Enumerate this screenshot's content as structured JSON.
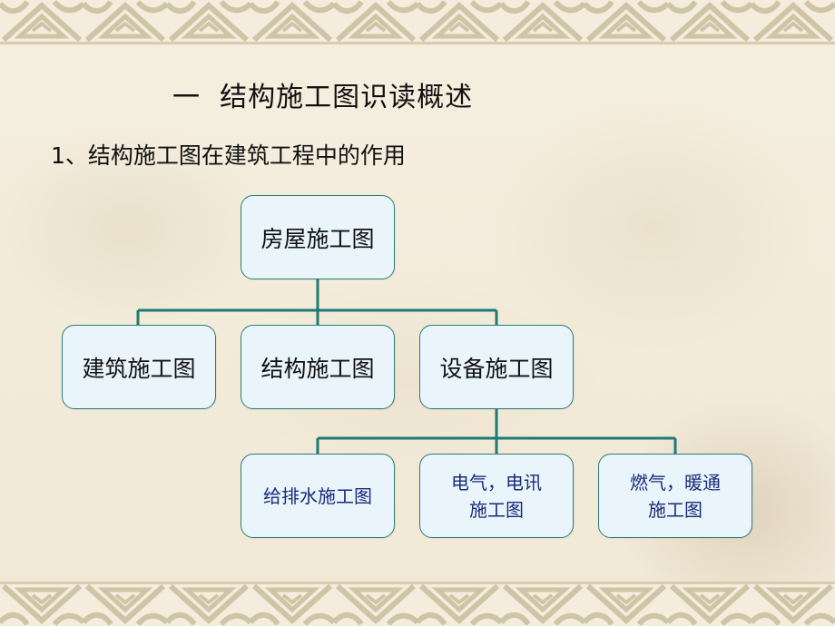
{
  "slide": {
    "title": "一  结构施工图识读概述",
    "subtitle": "1、结构施工图在建筑工程中的作用"
  },
  "diagram": {
    "root": {
      "label": "房屋施工图"
    },
    "level2": [
      {
        "label": "建筑施工图"
      },
      {
        "label": "结构施工图"
      },
      {
        "label": "设备施工图"
      }
    ],
    "level3": [
      {
        "line1": "给排水施工图",
        "line2": ""
      },
      {
        "line1": "电气，电讯",
        "line2": "施工图"
      },
      {
        "line1": "燃气，暖通",
        "line2": "施工图"
      }
    ],
    "colors": {
      "connector": "#1d7a74",
      "node_fill": "#e9f5fb",
      "node_border": "#2b7d78",
      "level3_text": "#1a2a7a",
      "background": "#f3ecdc",
      "border_pattern": "#cfc4a6"
    }
  }
}
